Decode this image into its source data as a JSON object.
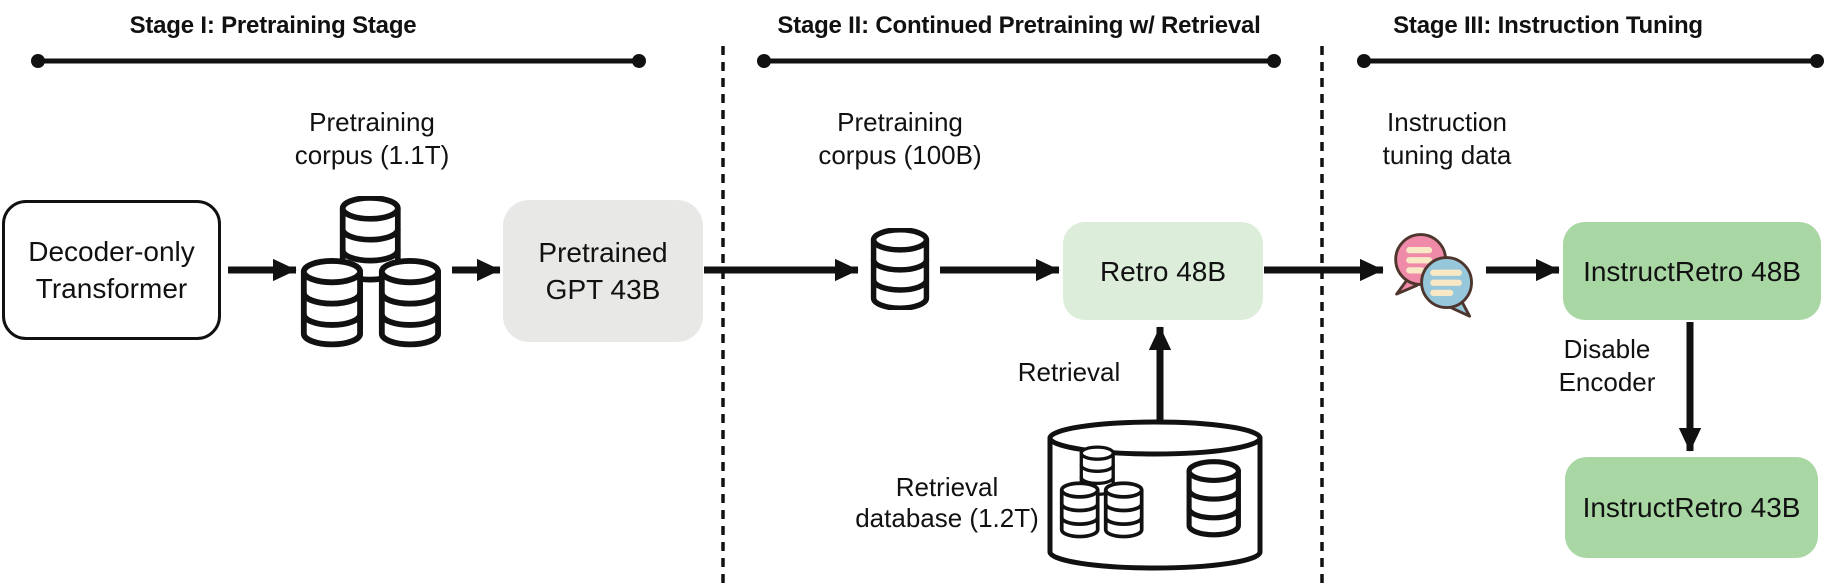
{
  "colors": {
    "ink": "#111111",
    "box_gray": "#e8e8e6",
    "box_pale_green": "#dcedda",
    "box_green": "#a8d7a3",
    "chat_pink": "#ef8ba8",
    "chat_blue": "#96c7db",
    "chat_cream": "#f8e8c5",
    "chat_outline": "#4e362e"
  },
  "stages": {
    "stage1": {
      "title": "Stage I: Pretraining Stage"
    },
    "stage2": {
      "title": "Stage II: Continued Pretraining w/ Retrieval"
    },
    "stage3": {
      "title": "Stage III: Instruction Tuning"
    }
  },
  "nodes": {
    "decoder_box": "Decoder-only\nTransformer",
    "pretrain_corpus_1": "Pretraining\ncorpus (1.1T)",
    "gpt_box": "Pretrained\nGPT 43B",
    "pretrain_corpus_2": "Pretraining\ncorpus (100B)",
    "retro_box": "Retro 48B",
    "retrieval_label": "Retrieval",
    "retrieval_db_label": "Retrieval\ndatabase (1.2T)",
    "instruction_data_label": "Instruction\ntuning data",
    "instructretro48_box": "InstructRetro 48B",
    "disable_encoder_label": "Disable\nEncoder",
    "instructretro43_box": "InstructRetro 43B"
  },
  "icons": {
    "database_cluster": "database-cluster-icon",
    "database_single": "database-icon",
    "retrieval_database": "retrieval-database-icon",
    "chat_bubbles": "chat-bubbles-icon"
  }
}
